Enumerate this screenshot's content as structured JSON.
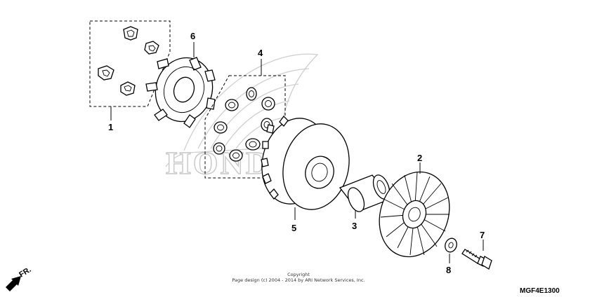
{
  "diagram": {
    "code": "MGF4E1300",
    "copyright_line1": "Copyright",
    "copyright_line2": "Page design (c) 2004 - 2014 by ARI Network Services, Inc.",
    "direction_label": "FR.",
    "watermark": "HONDA",
    "callouts": [
      "1",
      "2",
      "3",
      "4",
      "5",
      "6",
      "7",
      "8"
    ]
  },
  "icons": {
    "direction": "forward-arrow-icon",
    "watermark": "honda-wing-logo"
  }
}
